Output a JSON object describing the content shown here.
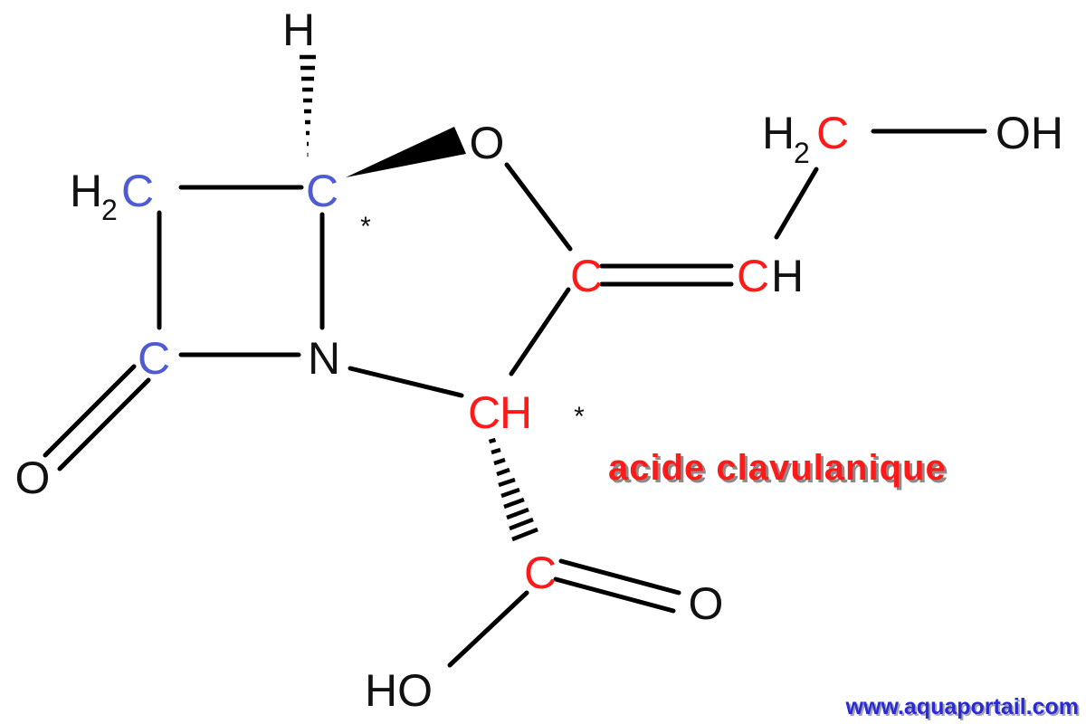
{
  "colors": {
    "black": "#111111",
    "blue": "#4f5bd5",
    "red": "#ff1a1a",
    "watermark": "#2a2ad6",
    "background": "#ffffff"
  },
  "atoms": {
    "h_top": "H",
    "c_stereo_1": "C",
    "o_ring": "O",
    "h2_ch2_left": "H",
    "h2_ch2_left_sub": "2",
    "c_ch2_left": "C",
    "c_carbonyl_ring": "C",
    "o_carbonyl_ring": "O",
    "n_ring": "N",
    "ch_stereo_2_c": "C",
    "ch_stereo_2_h": "H",
    "c_enol": "C",
    "ch_vinyl_c": "C",
    "ch_vinyl_h": "H",
    "h2_ch2_top": "H",
    "h2_ch2_top_sub": "2",
    "c_ch2_top": "C",
    "oh_top": "OH",
    "c_acid": "C",
    "o_acid": "O",
    "ho_acid": "HO"
  },
  "stereo_marks": {
    "mark_1": "*",
    "mark_2": "*"
  },
  "title": "acide clavulanique",
  "watermark": "www.aquaportail.com"
}
